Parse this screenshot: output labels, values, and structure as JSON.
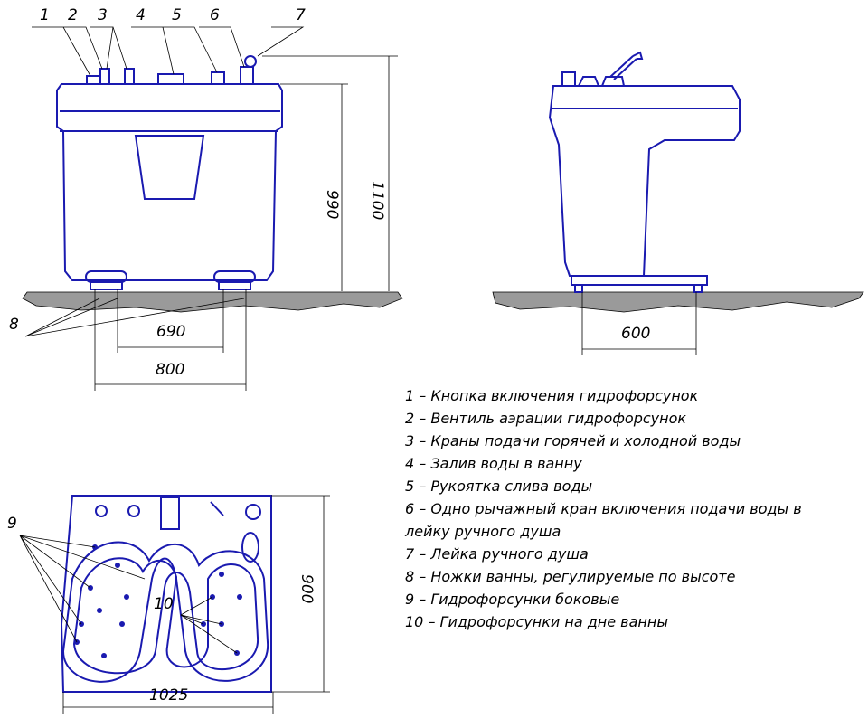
{
  "callouts_top": [
    "1",
    "2",
    "3",
    "4",
    "5",
    "6",
    "7"
  ],
  "callout_8": "8",
  "callout_9": "9",
  "callout_10": "10",
  "dims": {
    "h990": "990",
    "h1100": "1100",
    "w690": "690",
    "w800": "800",
    "w600": "600",
    "h900": "900",
    "w1025": "1025"
  },
  "legend": [
    "1 – Кнопка включения гидрофорсунок",
    "2 – Вентиль аэрации гидрофорсунок",
    "3 – Краны подачи горячей и холодной воды",
    "4 – Залив воды в ванну",
    "5 – Рукоятка слива воды",
    "6 – Одно рычажный кран включения подачи воды в",
    "лейку ручного душа",
    "7 – Лейка ручного душа",
    "8 – Ножки ванны, регулируемые по высоте",
    "9 – Гидрофорсунки боковые",
    "10 – Гидрофорсунки на дне ванны"
  ]
}
